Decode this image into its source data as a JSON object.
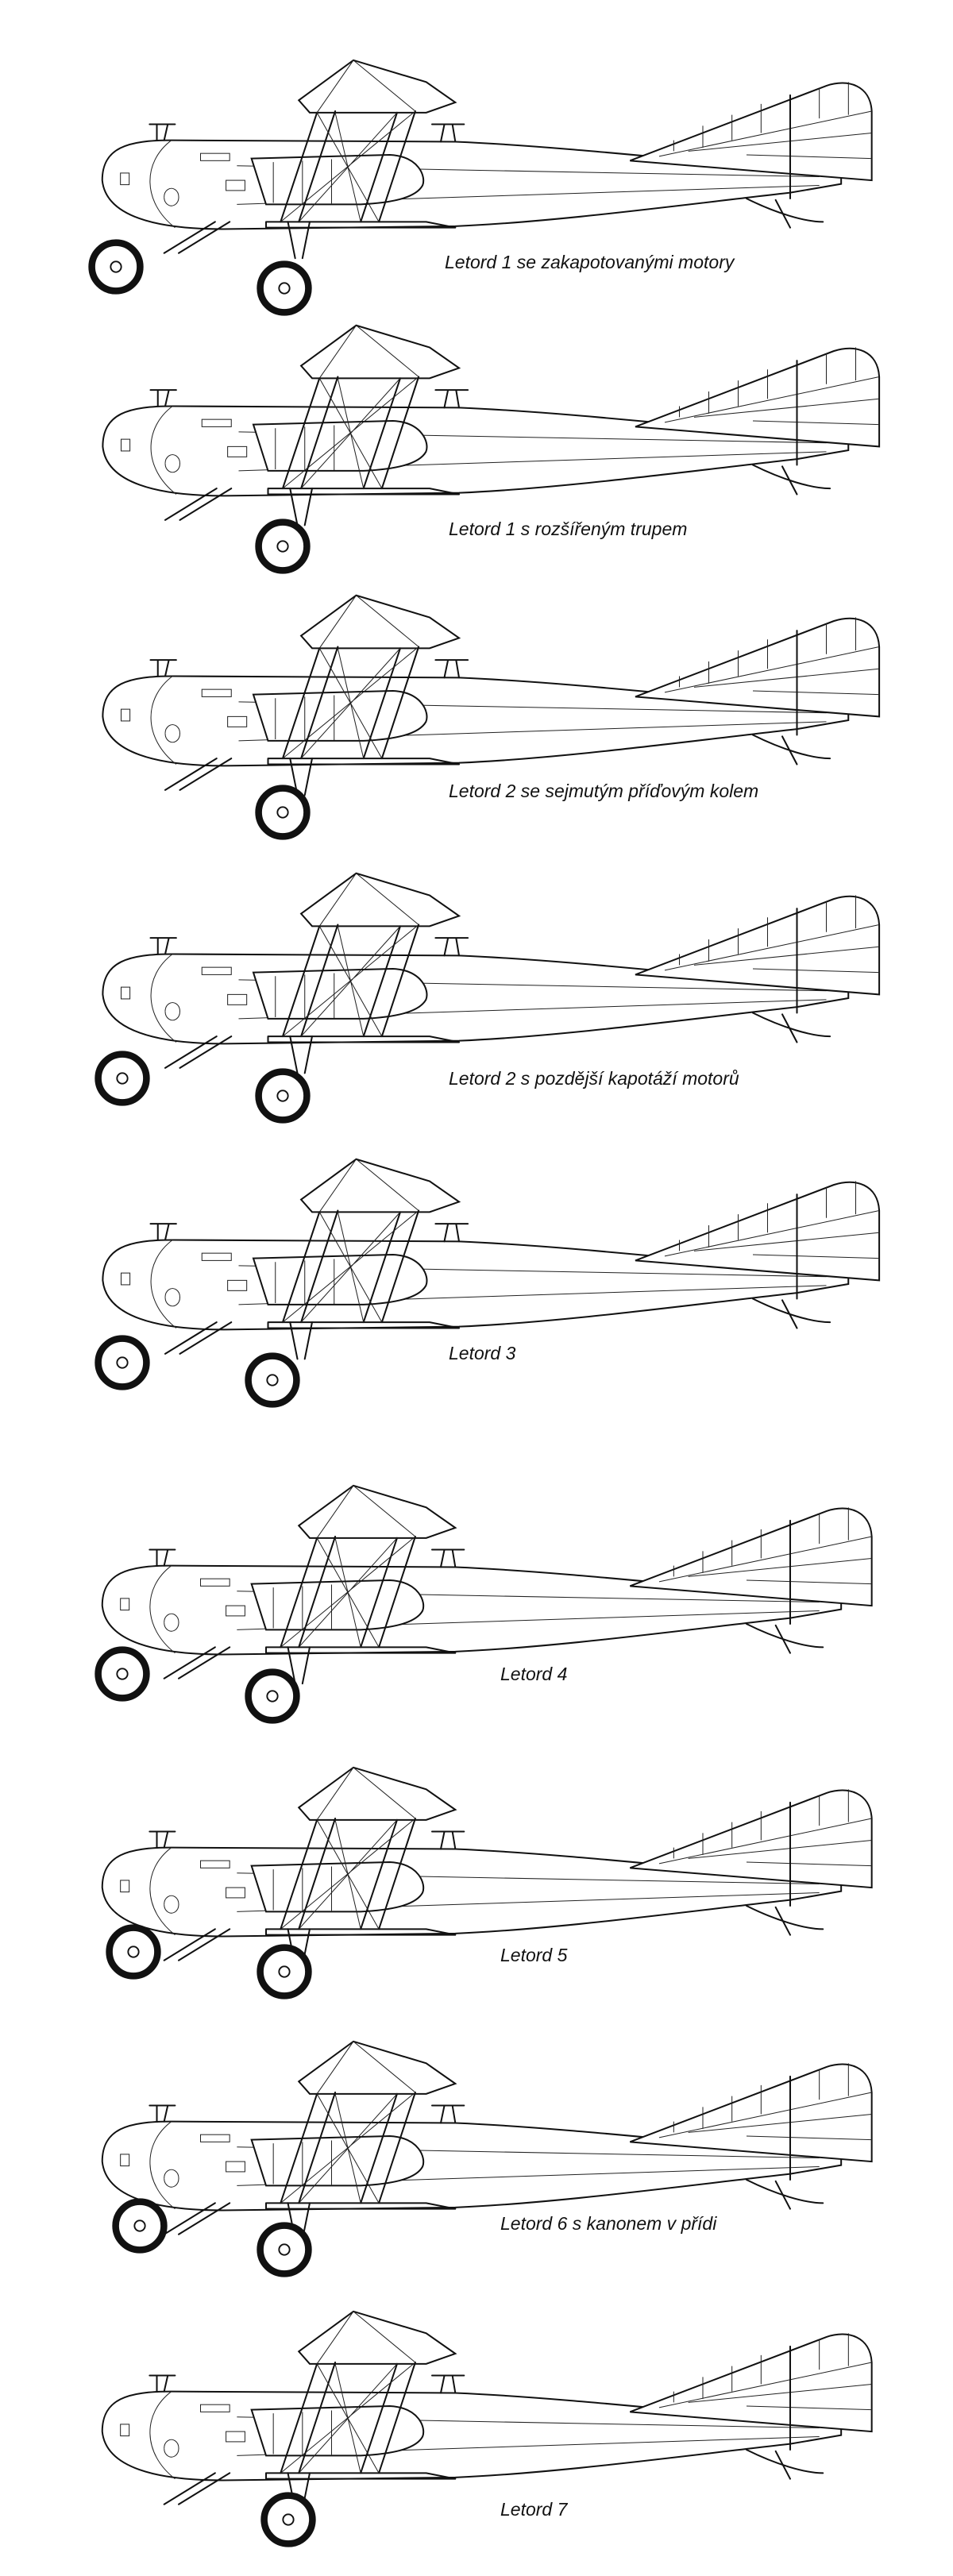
{
  "drawings": [
    {
      "caption": "Letord 1 se zakapotovanými motory",
      "variant": "letord-1"
    },
    {
      "caption": "Letord 1 s rozšířeným trupem",
      "variant": "letord-1-wide"
    },
    {
      "caption": "Letord 2 se sejmutým příďovým kolem",
      "variant": "letord-2-nonose"
    },
    {
      "caption": "Letord 2 s pozdější kapotáží motorů",
      "variant": "letord-2-late"
    },
    {
      "caption": "Letord 3",
      "variant": "letord-3"
    },
    {
      "caption": "Letord 4",
      "variant": "letord-4"
    },
    {
      "caption": "Letord 5",
      "variant": "letord-5"
    },
    {
      "caption": "Letord 6 s kanonem v přídi",
      "variant": "letord-6"
    },
    {
      "caption": "Letord 7",
      "variant": "letord-7"
    }
  ]
}
